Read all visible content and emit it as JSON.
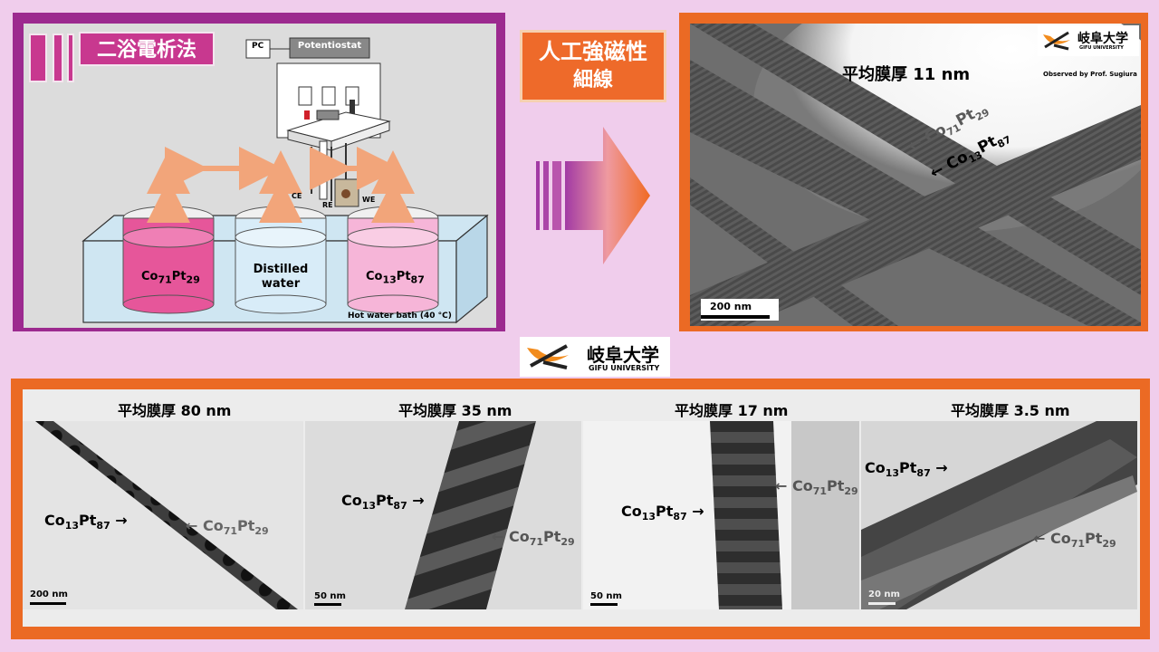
{
  "setup": {
    "title": "二浴電析法",
    "pc": "PC",
    "potentiostat": "Potentiostat",
    "ce": "CE",
    "re": "RE",
    "we": "WE",
    "bath": "Hot water bath (40 °C)",
    "beaker1_main": "Co",
    "beaker1_s1": "71",
    "beaker1_mid": "Pt",
    "beaker1_s2": "29",
    "beaker2_line1": "Distilled",
    "beaker2_line2": "water",
    "beaker3_main": "Co",
    "beaker3_s1": "13",
    "beaker3_mid": "Pt",
    "beaker3_s2": "87"
  },
  "caption": {
    "line1": "人工強磁性",
    "line2": "細線"
  },
  "top_image": {
    "title": "平均膜厚 11 nm",
    "observed": "Observed by Prof. Sugiura",
    "scale": "200 nm",
    "label_a": "← Co",
    "label_a_s1": "71",
    "label_a_mid": "Pt",
    "label_a_s2": "29",
    "label_b": "← Co",
    "label_b_s1": "13",
    "label_b_mid": "Pt",
    "label_b_s2": "87"
  },
  "logo": {
    "kanji": "岐阜大学",
    "en": "GIFU UNIVERSITY"
  },
  "tiles": [
    {
      "title": "平均膜厚 80 nm",
      "scale": "200 nm"
    },
    {
      "title": "平均膜厚 35 nm",
      "scale": "50 nm"
    },
    {
      "title": "平均膜厚 17 nm",
      "scale": "50 nm"
    },
    {
      "title": "平均膜厚 3.5 nm",
      "scale": "20 nm"
    }
  ],
  "labels": {
    "co": "Co",
    "pt": "Pt",
    "s13": "13",
    "s87": "87",
    "s71": "71",
    "s29": "29",
    "arrow_r": " →",
    "arrow_l": "← "
  },
  "colors": {
    "purple_frame": "#9c2a8f",
    "orange_frame": "#eb6a24",
    "background": "#f0cdec",
    "pink_title": "#c8388f"
  }
}
